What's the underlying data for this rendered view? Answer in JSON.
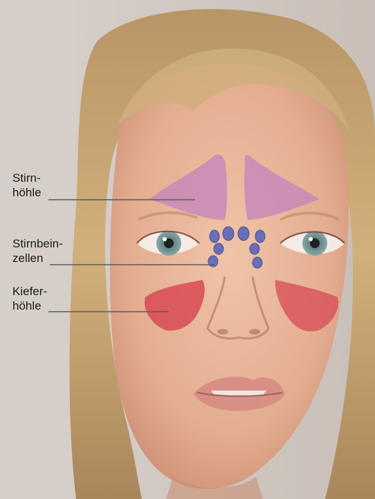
{
  "labels": {
    "frontal": {
      "line1": "Stirn-",
      "line2": "höhle"
    },
    "ethmoid": {
      "line1": "Stirnbein-",
      "line2": "zellen"
    },
    "maxillary": {
      "line1": "Kiefer-",
      "line2": "höhle"
    }
  },
  "colors": {
    "frontal_sinus": "#c78ab8",
    "ethmoid_cells": "#6a6fb5",
    "maxillary_sinus": "#d84a55",
    "leader_line": "#5a5a5a",
    "skin": "#e9b79c",
    "hair": "#c9a574",
    "background": "#d3ccc5",
    "iris": "#6f8c8e"
  }
}
